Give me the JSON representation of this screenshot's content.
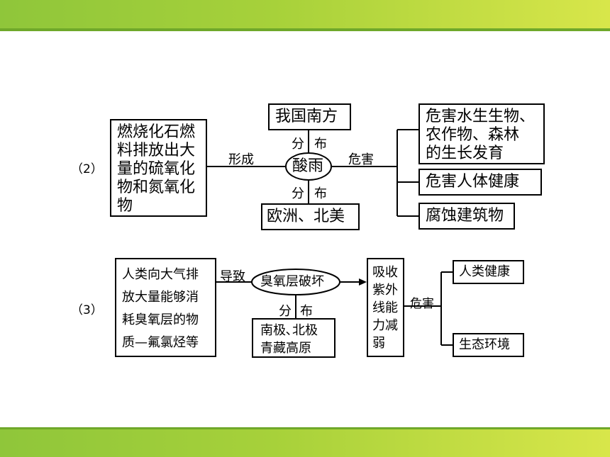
{
  "section2": {
    "number": "（2）",
    "source_lines": [
      "燃烧化石燃",
      "料排放出大",
      "量的硫氧化",
      "物和氮氧化",
      "物"
    ],
    "form_label": "形成",
    "center": "酸雨",
    "top_fen": "分",
    "top_bu": "布",
    "top_region": "我国南方",
    "bottom_fen": "分",
    "bottom_bu": "布",
    "bottom_region": "欧洲、北美",
    "harm_label": "危害",
    "harm_1_lines": [
      "危害水生生物、",
      "农作物、森林",
      "的生长发育"
    ],
    "harm_2": "危害人体健康",
    "harm_3": "腐蚀建筑物"
  },
  "section3": {
    "number": "（3）",
    "source_lines": [
      "人类向大气排",
      "放大量能够消",
      "耗臭氧层的物",
      "质—氟氯烃等"
    ],
    "lead_label": "导致",
    "center": "臭氧层破坏",
    "fen": "分",
    "bu": "布",
    "region_lines": [
      "南极､北极",
      "青藏高原"
    ],
    "effect_lines": [
      "吸收",
      "紫外",
      "线能",
      "力减",
      "弱"
    ],
    "harm_label": "危害",
    "harm_1": "人类健康",
    "harm_2": "生态环境"
  }
}
